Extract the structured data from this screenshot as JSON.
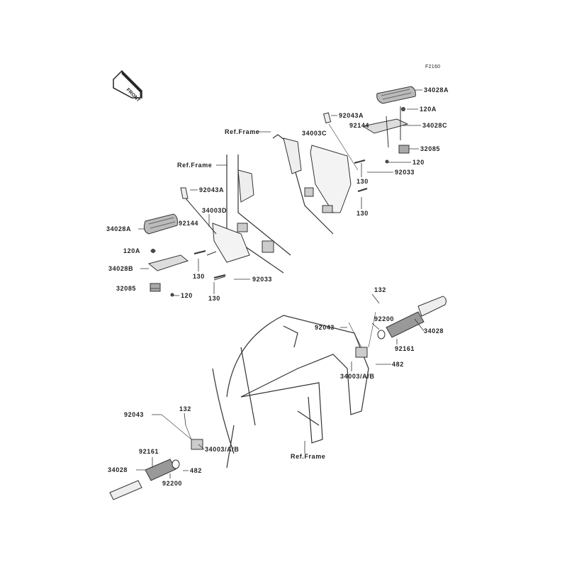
{
  "diagram_code": "F2160",
  "front_badge": "FRONT",
  "labels": {
    "top_right": {
      "grip": "34028A",
      "bolt_a": "120A",
      "bracket": "34028C",
      "pad": "32085",
      "bolt": "120",
      "collar": "92043A",
      "spring": "92144",
      "plate": "34003C",
      "pin": "92033",
      "bolt_upper": "130",
      "bolt_lower": "130",
      "ref_frame": "Ref.Frame"
    },
    "top_left": {
      "ref_frame": "Ref.Frame",
      "collar": "92043A",
      "plate": "34003D",
      "grip": "34028A",
      "spring": "92144",
      "bolt_a": "120A",
      "bracket": "34028B",
      "bolt_upper": "130",
      "pin": "92033",
      "pad": "32085",
      "bolt": "120",
      "bolt_lower": "130"
    },
    "bottom_right": {
      "bolt": "132",
      "pin": "92043",
      "washer": "92200",
      "peg": "34028",
      "rubber": "92161",
      "clip": "482",
      "bracket": "34003/A/B"
    },
    "bottom_left": {
      "pin": "92043",
      "bolt": "132",
      "bracket": "34003/A/B",
      "ref_frame": "Ref.Frame",
      "rubber": "92161",
      "peg": "34028",
      "clip": "482",
      "washer": "92200"
    }
  }
}
